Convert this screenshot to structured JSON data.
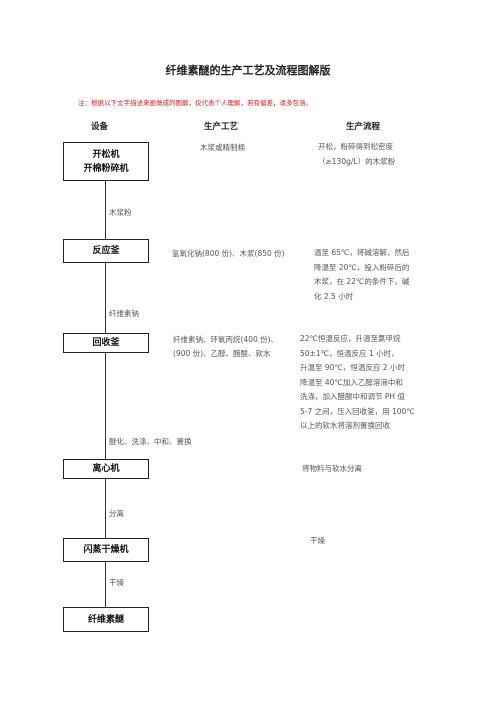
{
  "title": "纤维素醚的生产工艺及流程图解版",
  "note": "注：根据以下文字描述来画做成的图解，仅代表个人理解，若有偏差，请多包涵。",
  "headers": {
    "equipment": "设备",
    "process": "生产工艺",
    "flow": "生产流程"
  },
  "equipment": {
    "box1_line1": "开松机",
    "box1_line2": "开棉粉碎机",
    "box2": "反应釜",
    "box3": "回收釜",
    "box4": "离心机",
    "box5": "闪蒸干燥机",
    "box6": "纤维素醚"
  },
  "edges": {
    "e1": "木浆粉",
    "e2": "纤维素钠",
    "e3": "醚化、洗涤、中和、置换",
    "e4": "分离",
    "e5": "干燥"
  },
  "process": {
    "step1": "木浆或精制棉",
    "step2": "氢氧化钠(800 份)、木浆(850 份)",
    "step3_line1": "纤维素钠、环氧丙烷(400 份)、",
    "step3_line2": "(900 份)、乙醇、醋酸、软水"
  },
  "flow": {
    "step1": [
      "开松，粉碎得到松密度",
      "（≥130g/L）的木浆粉"
    ],
    "step2": [
      "温至 65℃，将碱溶解，然后",
      "降温至 20℃，投入粉碎后的",
      "木浆，在 22℃的条件下，碱",
      "化 2.5 小时"
    ],
    "step3": [
      "22℃恒温反应，升温至氯甲烷",
      "50±1℃，恒温反应 1 小时，",
      "升温至 90℃，恒温反应 2 小时",
      "降温至 40℃加入乙醇溶液中和",
      "洗涤，加入醋酸中和调节 PH 值",
      "5-7 之间，压入回收釜，用 100℃",
      "以上的软水将溶剂置换回收"
    ],
    "step4": "将物料与软水分离",
    "step5": "干燥"
  }
}
